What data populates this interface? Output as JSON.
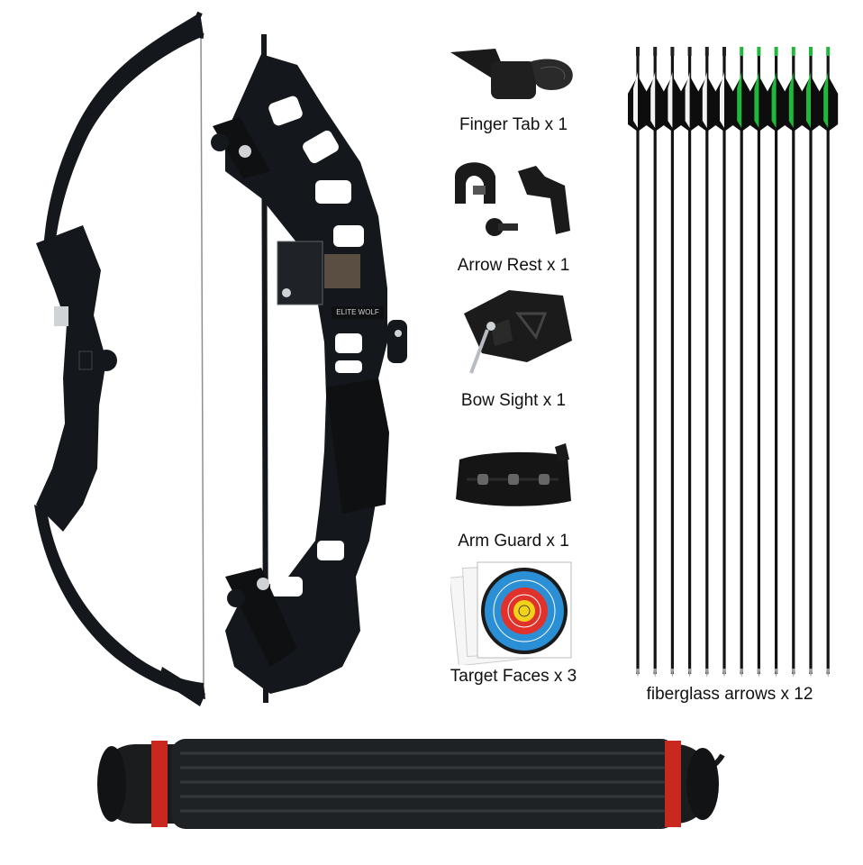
{
  "colors": {
    "bow": "#14171b",
    "bow_highlight": "#3a4450",
    "string": "#8a8f94",
    "arrow_shaft": "#111315",
    "fletch_white": "#f2f2f2",
    "fletch_green": "#1fb83a",
    "fletch_black": "#0d0d0d",
    "quiver": "#1a1c1e",
    "quiver_band": "#c8281e",
    "target_yellow": "#f3d21c",
    "target_red": "#e0322a",
    "target_blue": "#2b8fd6",
    "target_black": "#1b1b1b"
  },
  "accessories": [
    {
      "label": "Finger Tab x 1",
      "icon": "finger-tab"
    },
    {
      "label": "Arrow Rest x 1",
      "icon": "arrow-rest"
    },
    {
      "label": "Bow Sight x 1",
      "icon": "bow-sight"
    },
    {
      "label": "Arm Guard x 1",
      "icon": "arm-guard"
    },
    {
      "label": "Target Faces x 3",
      "icon": "target-face"
    }
  ],
  "arrows": {
    "label": "fiberglass arrows x 12",
    "count": 12,
    "fletch_colors": [
      "white",
      "white",
      "white",
      "white",
      "white",
      "white",
      "green",
      "green",
      "green",
      "green",
      "green",
      "green"
    ]
  },
  "bow": {
    "riser_brand": "ELITE WOLF"
  }
}
